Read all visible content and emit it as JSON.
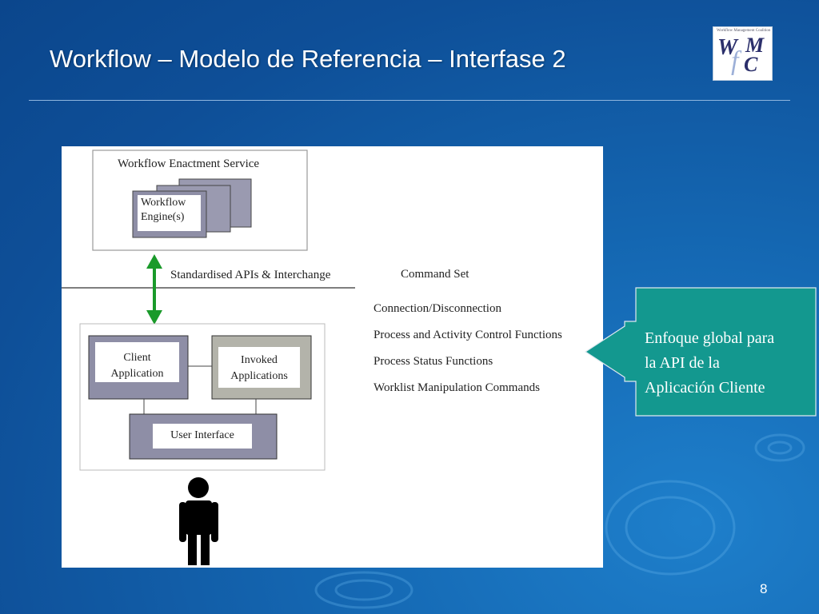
{
  "slide": {
    "title": "Workflow – Modelo de Referencia – Interfase 2",
    "page_number": "8"
  },
  "logo": {
    "tagline": "Workflow Management Coalition",
    "letters": [
      "W",
      "f",
      "M",
      "C"
    ]
  },
  "diagram": {
    "enactment_service": "Workflow Enactment Service",
    "engine_line1": "Workflow",
    "engine_line2": "Engine(s)",
    "api_label": "Standardised APIs & Interchange",
    "command_set_title": "Command Set",
    "commands": [
      "Connection/Disconnection",
      "Process and Activity Control Functions",
      "Process Status Functions",
      "Worklist Manipulation Commands"
    ],
    "client_line1": "Client",
    "client_line2": "Application",
    "invoked_line1": "Invoked",
    "invoked_line2": "Applications",
    "user_interface": "User Interface"
  },
  "callout": {
    "line1": "Enfoque global para",
    "line2": "la API de la",
    "line3": "Aplicación Cliente"
  },
  "colors": {
    "arrow_green": "#1a9a2a",
    "callout_teal": "#13988f",
    "box_gray": "#8e8ea6",
    "box_olive": "#b3b3aa"
  }
}
